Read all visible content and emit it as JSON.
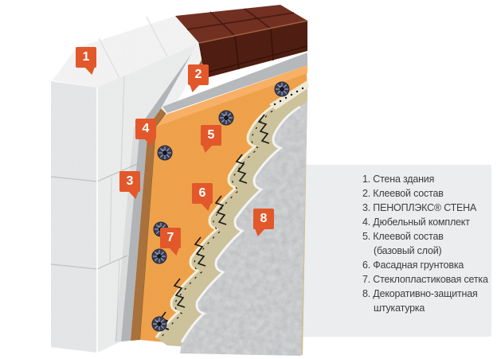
{
  "colors": {
    "accent_orange": "#e2582b",
    "panel_gray": "#ebedee",
    "insulation_orange": "#f09a44",
    "brick_brown": "#4f1d11",
    "plaster_gray": "#cfd1d3",
    "base_layer_beige": "#cfc49c",
    "legend_text": "#3d3d3d"
  },
  "diagram": {
    "tags": [
      {
        "number": "1"
      },
      {
        "number": "2"
      },
      {
        "number": "3"
      },
      {
        "number": "4"
      },
      {
        "number": "5"
      },
      {
        "number": "6"
      },
      {
        "number": "7"
      },
      {
        "number": "8"
      }
    ]
  },
  "legend": {
    "items": [
      {
        "line1": "1. Стена здания",
        "line2": ""
      },
      {
        "line1": "2. Клеевой состав",
        "line2": ""
      },
      {
        "line1": "3. ПЕНОПЛЭКС® СТЕНА",
        "line2": ""
      },
      {
        "line1": "4. Дюбельный комплект",
        "line2": ""
      },
      {
        "line1": "5. Клеевой состав",
        "line2": "(базовый слой)"
      },
      {
        "line1": "6. Фасадная грунтовка",
        "line2": ""
      },
      {
        "line1": "7. Стеклопластиковая сетка",
        "line2": ""
      },
      {
        "line1": "8. Декоративно-защитная",
        "line2": "штукатурка"
      }
    ]
  }
}
